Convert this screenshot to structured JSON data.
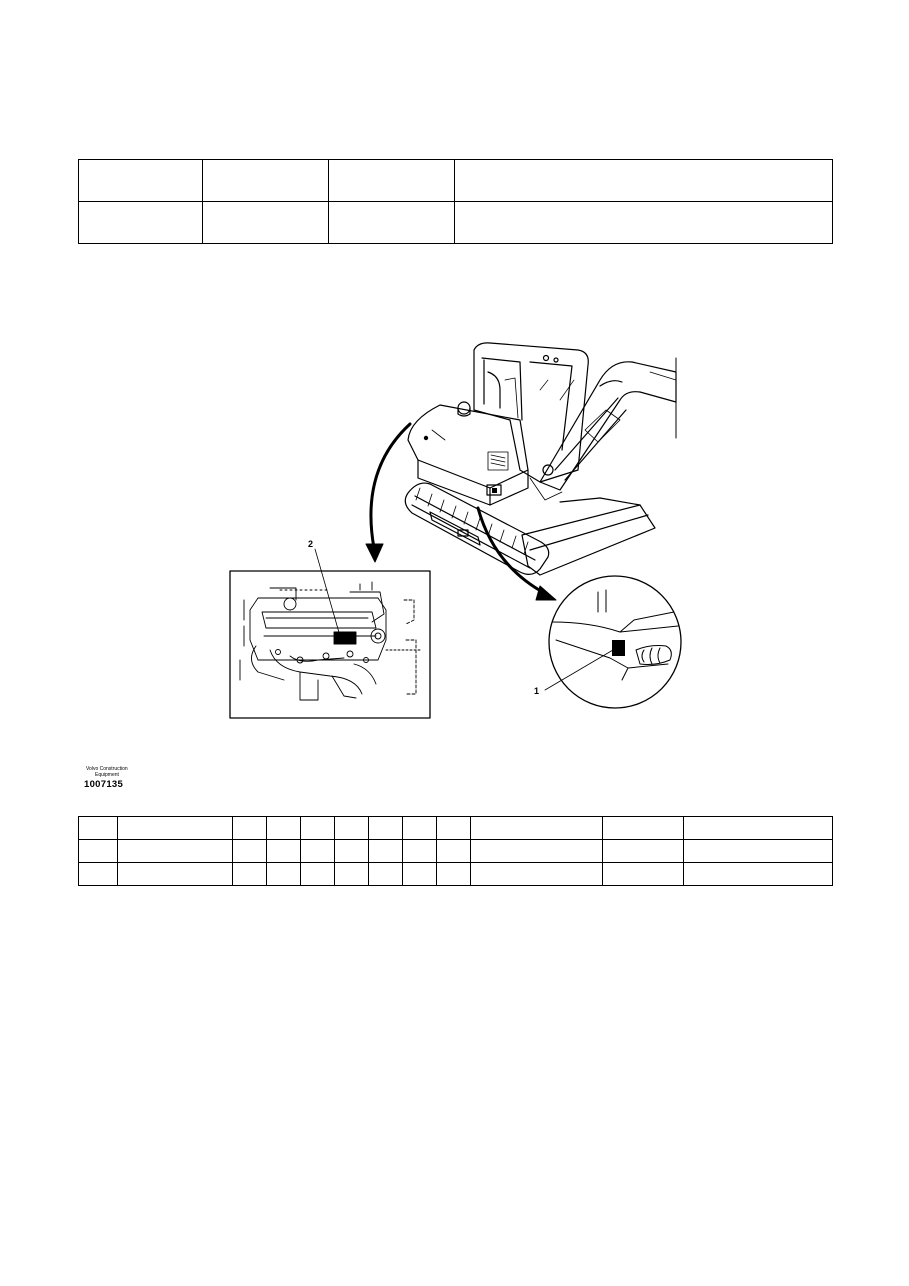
{
  "header_table": {
    "rows": [
      [
        "",
        "",
        "",
        ""
      ],
      [
        "",
        "",
        "",
        ""
      ]
    ]
  },
  "illustration": {
    "callouts": [
      "2",
      "1"
    ]
  },
  "footer": {
    "brand_line1": "Volvo Construction",
    "brand_line2": "Equipment",
    "figure_id": "1007135"
  },
  "parts_table": {
    "rows": [
      [
        "",
        "",
        "",
        "",
        "",
        "",
        "",
        "",
        "",
        "",
        "",
        ""
      ],
      [
        "",
        "",
        "",
        "",
        "",
        "",
        "",
        "",
        "",
        "",
        "",
        ""
      ],
      [
        "",
        "",
        "",
        "",
        "",
        "",
        "",
        "",
        "",
        "",
        "",
        ""
      ]
    ]
  }
}
